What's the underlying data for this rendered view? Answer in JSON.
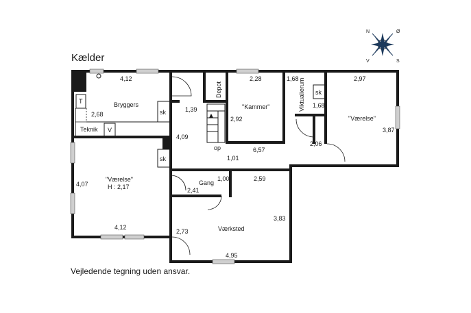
{
  "plan": {
    "title": "Kælder",
    "footer_note": "Vejledende tegning uden ansvar.",
    "compass": {
      "n": "N",
      "o": "Ø",
      "v": "V",
      "s": "S"
    },
    "rooms": {
      "bryggers": "Bryggers",
      "teknik": "Teknik",
      "depot": "Depot",
      "kammer": "\"Kammer\"",
      "viktualierum": "Viktualierum",
      "vaerelse_right": "\"Værelse\"",
      "vaerelse_left": "\"Værelse\"",
      "vaerelse_left_height": "H : 2,17",
      "gang": "Gang",
      "vaerksted": "Værksted"
    },
    "fixtures": {
      "t": "T",
      "v": "V",
      "sk_bryggers": "sk",
      "sk_vaerelse": "sk",
      "sk_viktualie": "sk",
      "op": "op"
    },
    "dimensions": {
      "d412_top": "4,12",
      "d268": "2,68",
      "d139": "1,39",
      "d409": "4,09",
      "d228": "2,28",
      "d292": "2,92",
      "d657": "6,57",
      "d101": "1,01",
      "d168_top": "1,68",
      "d168_side": "1,68",
      "d297": "2,97",
      "d387": "3,87",
      "d206": "2,06",
      "d407": "4,07",
      "d412_bottom": "4,12",
      "d100": "1,00",
      "d259": "2,59",
      "d241": "2,41",
      "d383": "3,83",
      "d273": "2,73",
      "d495": "4,95"
    }
  }
}
